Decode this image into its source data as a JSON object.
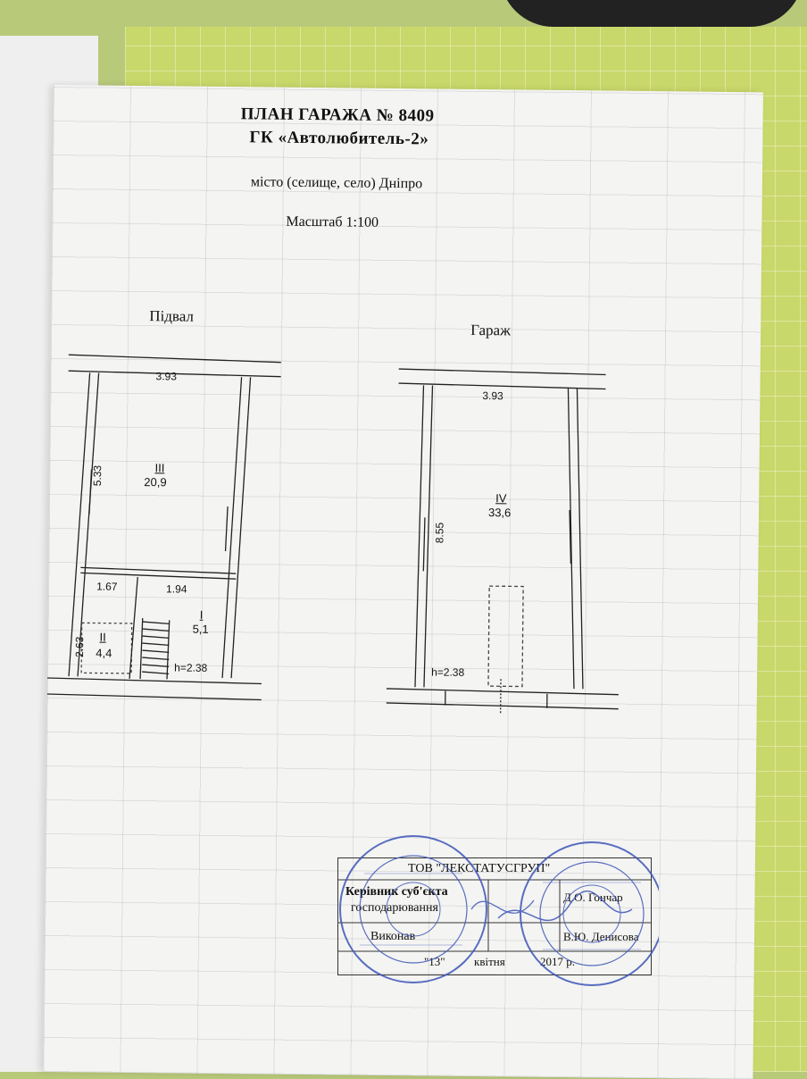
{
  "header": {
    "title_line1": "ПЛАН ГАРАЖА № 8409",
    "title_line2": "ГК «Автолюбитель-2»",
    "city_line": "місто (селище, село) Дніпро",
    "scale": "Масштаб 1:100"
  },
  "basement": {
    "label": "Підвал",
    "width_top": "3.93",
    "height_side": "5.33",
    "room_iii_num": "III",
    "room_iii_area": "20,9",
    "dim_left": "1.67",
    "dim_right": "1.94",
    "room_i_num": "I",
    "room_i_area": "5,1",
    "room_ii_num": "II",
    "room_ii_area": "4,4",
    "dim_small": "2.63",
    "height": "h=2.38"
  },
  "garage": {
    "label": "Гараж",
    "width_top": "3.93",
    "height_side": "8.55",
    "room_iv_num": "IV",
    "room_iv_area": "33,6",
    "height": "h=2.38"
  },
  "stamp_table": {
    "company": "ТОВ \"ЛЕКСТАТУСГРУП\"",
    "head_label_1": "Керівник суб'єкта",
    "head_label_2": "господарювання",
    "head_name": "Д.О. Гончар",
    "executor_label": "Виконав",
    "executor_name": "В.Ю. Денисова",
    "date_day": "\"13\"",
    "date_month": "квітня",
    "date_year": "2017 р."
  },
  "colors": {
    "stamp_blue": "#3d56b8",
    "ink": "#111111"
  }
}
